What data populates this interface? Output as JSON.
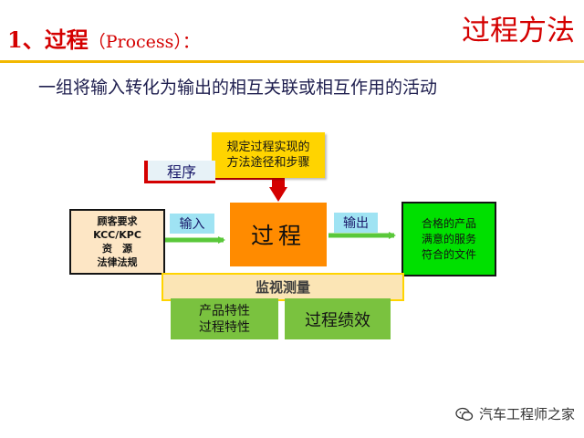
{
  "header": {
    "title_number": "1、",
    "title_cn": "过程",
    "title_en": "（Process）：",
    "corner_title": "过程方法"
  },
  "definition": "一组将输入转化为输出的相互关联或相互作用的活动",
  "diagram": {
    "procedure_standard": [
      "规定过程实现的",
      "方法途径和步骤"
    ],
    "procedure_label": "程序",
    "input_label": "输入",
    "output_label": "输出",
    "process_label": "过程",
    "inputs": [
      "顾客要求",
      "KCC/KPC",
      "资　源",
      "法律法规"
    ],
    "outputs": [
      "合格的产品",
      "满意的服务",
      "符合的文件"
    ],
    "monitor_label": "监视测量",
    "characteristics": [
      "产品特性",
      "过程特性"
    ],
    "performance_label": "过程绩效"
  },
  "watermark": "汽车工程师之家",
  "colors": {
    "title_red": "#d40000",
    "header_line": "#f2b800",
    "process_orange": "#ff8b00",
    "output_green": "#00e000",
    "characteristic_green": "#7ac23f",
    "arrow_green": "#5ac83a",
    "arrow_red": "#d40000",
    "standard_yellow": "#ffd400"
  }
}
